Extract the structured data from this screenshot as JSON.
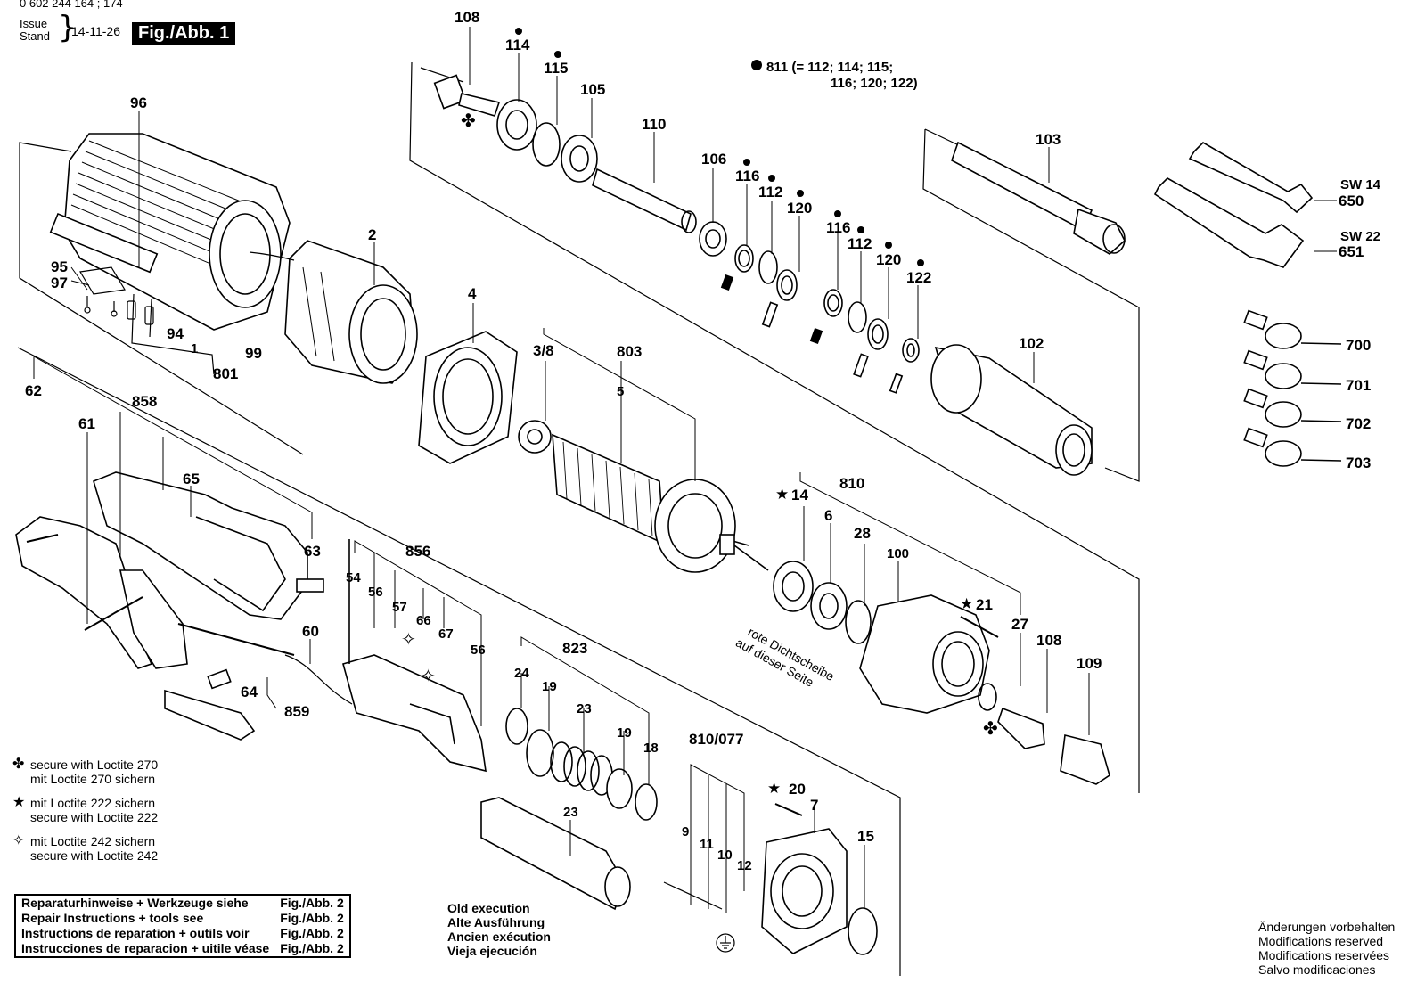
{
  "header": {
    "part_numbers": "0 602 244 164 ; 174",
    "issue_label": "Issue",
    "stand_label": "Stand",
    "date": "14-11-26",
    "figure_label": "Fig./Abb. 1"
  },
  "kit_note": {
    "line1": "811 (= 112; 114; 115;",
    "line2": "116; 120; 122)"
  },
  "part_labels": {
    "p108a": "108",
    "p114": "114",
    "p115": "115",
    "p105": "105",
    "p110": "110",
    "p106": "106",
    "p116a": "116",
    "p112a": "112",
    "p120a": "120",
    "p116b": "116",
    "p112b": "112",
    "p120b": "120",
    "p122": "122",
    "p103": "103",
    "p650": "650",
    "p651": "651",
    "sw14": "SW 14",
    "sw22": "SW 22",
    "p96": "96",
    "p2": "2",
    "p95": "95",
    "p97": "97",
    "p94": "94",
    "p99": "99",
    "p801": "801",
    "p1": "1",
    "p4": "4",
    "p3_8": "3/8",
    "p803": "803",
    "p5": "5",
    "p102": "102",
    "p700": "700",
    "p701": "701",
    "p702": "702",
    "p703": "703",
    "p62": "62",
    "p61": "61",
    "p858": "858",
    "p65": "65",
    "p63": "63",
    "p856": "856",
    "p54": "54",
    "p56a": "56",
    "p57": "57",
    "p66": "66",
    "p67": "67",
    "p56b": "56",
    "p60": "60",
    "p64": "64",
    "p859": "859",
    "p810": "810",
    "p14": "14",
    "p6": "6",
    "p28": "28",
    "p100": "100",
    "p21": "21",
    "p27": "27",
    "p108b": "108",
    "p109": "109",
    "p823": "823",
    "p24": "24",
    "p19a": "19",
    "p23a": "23",
    "p19b": "19",
    "p18": "18",
    "p23b": "23",
    "p810_077": "810/077",
    "p20": "20",
    "p7": "7",
    "p9": "9",
    "p11": "11",
    "p10": "10",
    "p12": "12",
    "p15": "15"
  },
  "rotated_note": {
    "line1": "rote Dichtscheibe",
    "line2": "auf dieser Seite"
  },
  "legend": [
    {
      "symbol": "✤",
      "lines": [
        "secure with Loctite 270",
        "mit Loctite 270 sichern"
      ]
    },
    {
      "symbol": "★",
      "lines": [
        "mit Loctite 222 sichern",
        "secure with Loctite 222"
      ]
    },
    {
      "symbol": "✧",
      "lines": [
        "mit Loctite 242 sichern",
        "secure with Loctite 242"
      ]
    }
  ],
  "repair_table": [
    {
      "text": "Reparaturhinweise + Werkzeuge siehe",
      "ref": "Fig./Abb. 2"
    },
    {
      "text": "Repair Instructions + tools see",
      "ref": "Fig./Abb. 2"
    },
    {
      "text": "Instructions de reparation + outils voir",
      "ref": "Fig./Abb. 2"
    },
    {
      "text": "Instrucciones de reparacion + uitile véase",
      "ref": "Fig./Abb. 2"
    }
  ],
  "old_execution": [
    "Old execution",
    "Alte Ausführung",
    "Ancien exécution",
    "Vieja ejecución"
  ],
  "changes": [
    "Änderungen vorbehalten",
    "Modifications reserved",
    "Modifications reservées",
    "Salvo modificaciones"
  ]
}
